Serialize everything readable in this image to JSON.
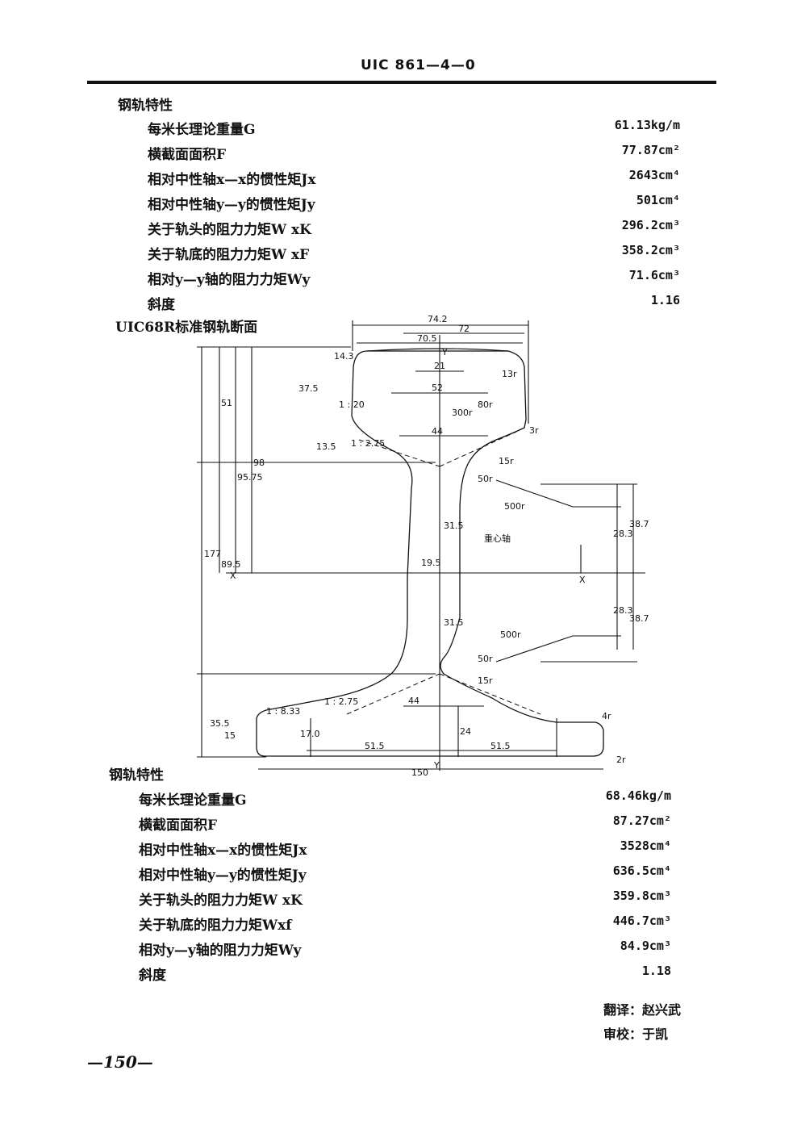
{
  "header": {
    "code": "UIC 861—4—0"
  },
  "section1": {
    "title": "钢轨特性",
    "rows": [
      {
        "label": "每米长理论重量G",
        "value": "61.13kg/m"
      },
      {
        "label": "横截面面积F",
        "value": "77.87cm²"
      },
      {
        "label": "相对中性轴x—x的惯性矩Jx",
        "value": "2643cm⁴"
      },
      {
        "label": "相对中性轴y—y的惯性矩Jy",
        "value": "501cm⁴"
      },
      {
        "label": "关于轨头的阻力力矩W xK",
        "value": "296.2cm³"
      },
      {
        "label": "关于轨底的阻力力矩W xF",
        "value": "358.2cm³"
      },
      {
        "label": "相对y—y轴的阻力力矩Wy",
        "value": "71.6cm³"
      },
      {
        "label": "斜度",
        "value": "1.16"
      }
    ]
  },
  "diagram": {
    "title": "UIC68R标准钢轨断面",
    "labels": {
      "d742": "74.2",
      "d72": "72",
      "d705": "70.5",
      "y_top": "Y",
      "d21": "21",
      "d52": "52",
      "r13": "13r",
      "r300": "300r",
      "r80": "80r",
      "d143": "14.3",
      "d375": "37.5",
      "slope120": "1 : 20",
      "d51": "51",
      "d9575": "95.75",
      "d98": "98",
      "d135": "13.5",
      "slope275a": "1 : 2.75",
      "d44a": "44",
      "r3": "3r",
      "r15a": "15r",
      "r50a": "50r",
      "r500a": "500r",
      "d315a": "31.5",
      "d283a": "28.3",
      "d387a": "38.7",
      "centroid": "重心轴",
      "d177": "177",
      "d895": "89.5",
      "x_left": "X",
      "d195": "19.5",
      "x_right": "X",
      "d315b": "31.5",
      "d283b": "28.3",
      "d387b": "38.7",
      "r500b": "500r",
      "r50b": "50r",
      "r15b": "15r",
      "slope833": "1 : 8.33",
      "slope275b": "1 : 2.75",
      "d44b": "44",
      "d355": "35.5",
      "d15": "15",
      "d170": "17.0",
      "d24": "24",
      "d515a": "51.5",
      "d515b": "51.5",
      "r4": "4r",
      "r2": "2r",
      "d150": "150",
      "y_bottom": "Y"
    }
  },
  "section2": {
    "title": "钢轨特性",
    "rows": [
      {
        "label": "每米长理论重量G",
        "value": "68.46kg/m"
      },
      {
        "label": "横截面面积F",
        "value": "87.27cm²"
      },
      {
        "label": "相对中性轴x—x的惯性矩Jx",
        "value": "3528cm⁴"
      },
      {
        "label": "相对中性轴y—y的惯性矩Jy",
        "value": "636.5cm⁴"
      },
      {
        "label": "关于轨头的阻力力矩W xK",
        "value": "359.8cm³"
      },
      {
        "label": "关于轨底的阻力力矩Wxf",
        "value": "446.7cm³"
      },
      {
        "label": "相对y—y轴的阻力力矩Wy",
        "value": "84.9cm³"
      },
      {
        "label": "斜度",
        "value": "1.18"
      }
    ]
  },
  "credits": {
    "translator": "翻译：赵兴武",
    "reviewer": "审校：于凯"
  },
  "footer": {
    "page_number": "—150—"
  }
}
